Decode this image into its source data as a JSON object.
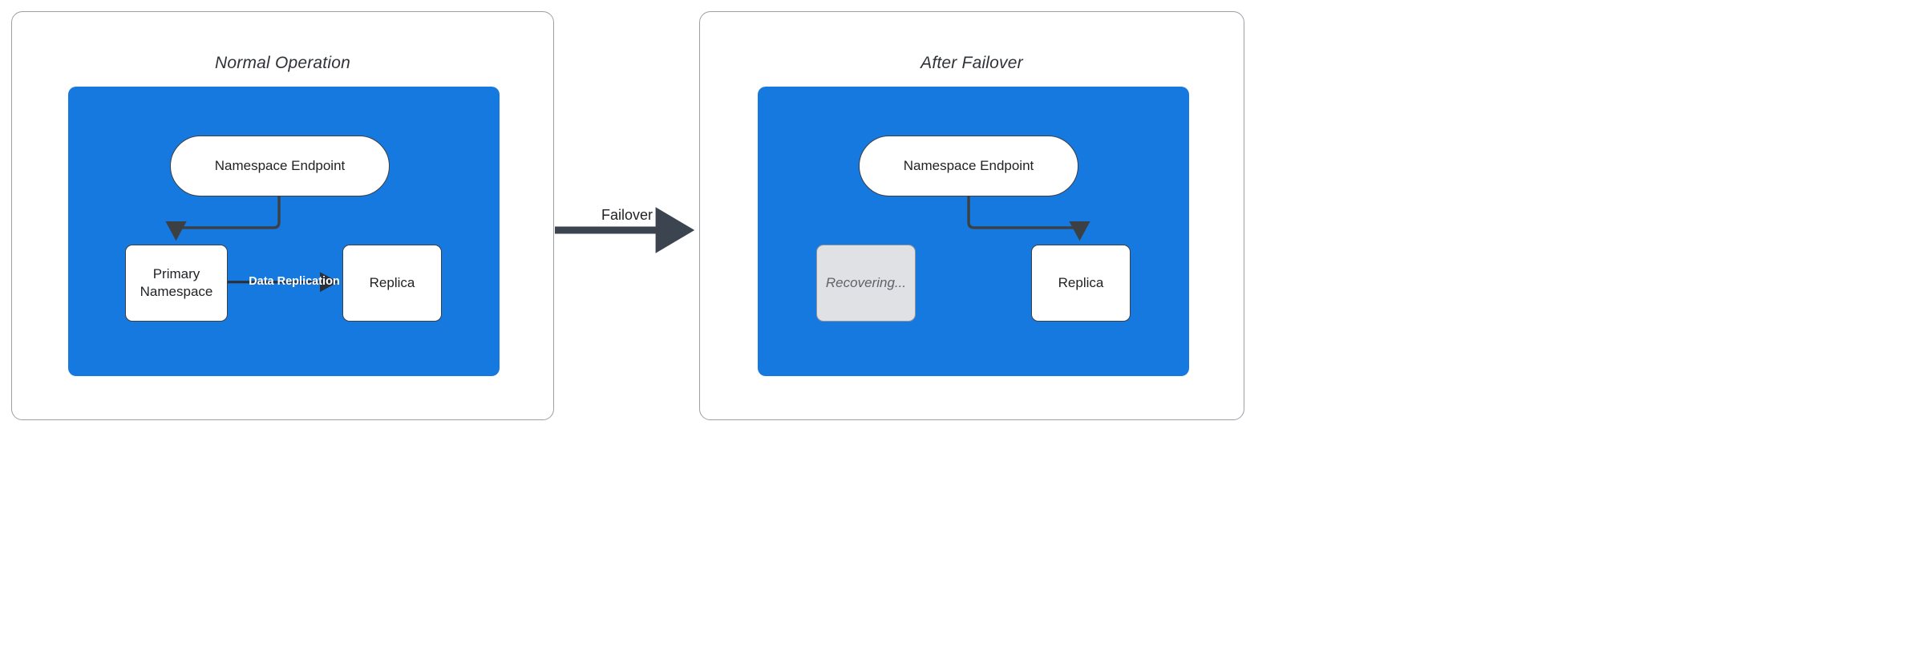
{
  "diagram": {
    "background_color": "#ffffff",
    "accent_blue": "#1579E0",
    "stroke_color": "#3c4043",
    "ghost_fill": "#dfe1e5",
    "panels": [
      {
        "id": "normal-operation",
        "title": "Normal Operation",
        "nodes": [
          {
            "id": "endpoint",
            "label": "Namespace Endpoint",
            "shape": "pill",
            "state": "active"
          },
          {
            "id": "primary",
            "label": "Primary\nNamespace",
            "line1": "Primary",
            "line2": "Namespace",
            "shape": "rect",
            "state": "active"
          },
          {
            "id": "replica",
            "label": "Replica",
            "shape": "rect",
            "state": "active"
          }
        ],
        "edges": [
          {
            "from": "endpoint",
            "to": "primary",
            "label": "",
            "style": "elbow-left"
          },
          {
            "from": "primary",
            "to": "replica",
            "label": "Data Replication",
            "style": "straight"
          }
        ]
      },
      {
        "id": "after-failover",
        "title": "After Failover",
        "nodes": [
          {
            "id": "endpoint",
            "label": "Namespace Endpoint",
            "shape": "pill",
            "state": "active"
          },
          {
            "id": "recovering",
            "label": "Recovering...",
            "shape": "rect",
            "state": "ghost"
          },
          {
            "id": "replica",
            "label": "Replica",
            "shape": "rect",
            "state": "active"
          }
        ],
        "edges": [
          {
            "from": "endpoint",
            "to": "replica",
            "label": "",
            "style": "elbow-right"
          }
        ]
      }
    ],
    "transition": {
      "label": "Failover",
      "direction": "left-to-right",
      "color": "#3c4450"
    }
  }
}
